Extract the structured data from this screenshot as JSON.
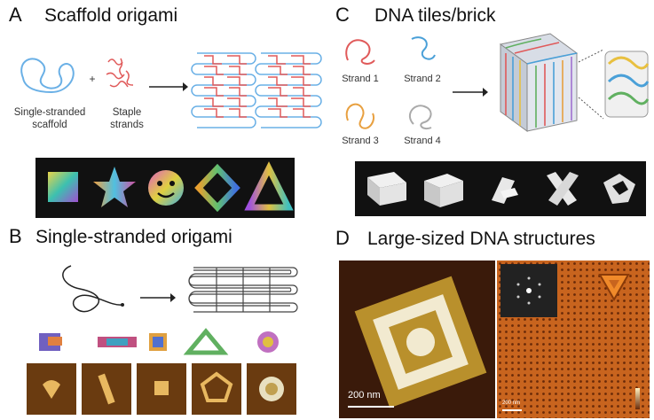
{
  "panels": {
    "a": {
      "letter": "A",
      "title": "Scaffold origami",
      "scaffold_label_1": "Single-stranded",
      "scaffold_label_2": "scaffold",
      "plus": "+",
      "staple_label_1": "Staple",
      "staple_label_2": "strands"
    },
    "b": {
      "letter": "B",
      "title": "Single-stranded origami"
    },
    "c": {
      "letter": "C",
      "title": "DNA tiles/brick",
      "strands": [
        "Strand 1",
        "Strand 2",
        "Strand 3",
        "Strand 4"
      ]
    },
    "d": {
      "letter": "D",
      "title": "Large-sized DNA structures",
      "scale_bar_label": "200 nm",
      "scale_bar_label_small": "200 nm"
    }
  },
  "colors": {
    "scaffold_blue": "#6ab0e6",
    "staple_red": "#e05a5a",
    "afm_dark": "#3a1a0a",
    "afm_gold": "#b9902c",
    "afm_orange": "#c8641e"
  }
}
